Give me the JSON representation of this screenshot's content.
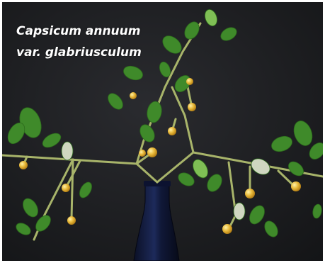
{
  "caption": {
    "line1": "Capsicum annuum",
    "line2": "var. glabriusculum"
  },
  "colors": {
    "background": "#1e1f22",
    "stem": "#a8b46a",
    "leaf": "#3f8a2a",
    "leaf_light": "#7fbf55",
    "fruit": "#e6b83a",
    "bottle": "#121a3a",
    "caption_text": "#ffffff"
  },
  "scene": {
    "subject": "chili pepper plant cutting in a dark glass bottle",
    "bottle_icon": "bottle-icon",
    "fruit_icon": "berry-icon",
    "leaf_icon": "leaf-icon"
  }
}
